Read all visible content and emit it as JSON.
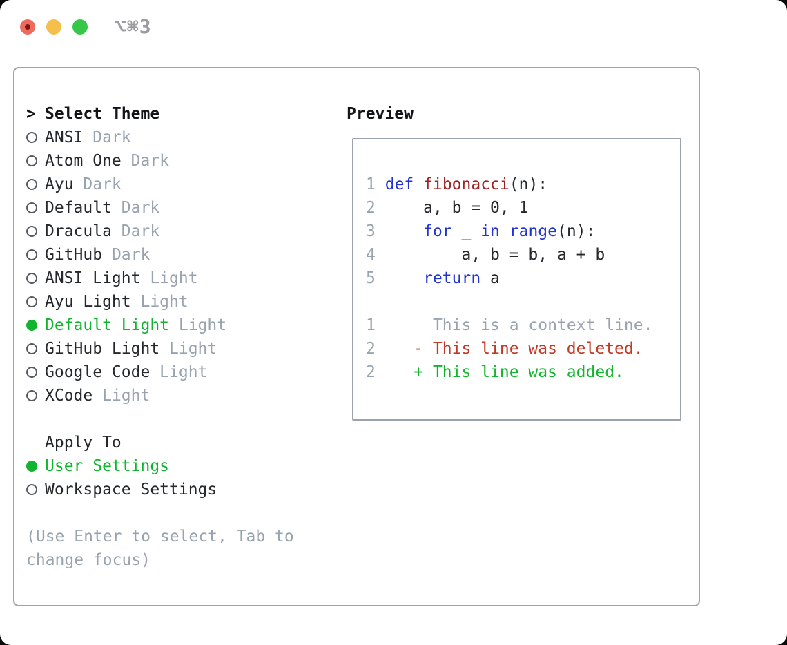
{
  "window": {
    "title": "⌥⌘3"
  },
  "colors": {
    "accent-green": "#10b42f",
    "keyword-blue": "#2133d1",
    "function-red": "#a02123",
    "deleted-red": "#c23a26",
    "added-green": "#12b52c",
    "muted-gray": "#98a3af",
    "text-dark": "#24272b",
    "border-gray": "#9ba4ae",
    "traffic-red": "#ee6a5f",
    "traffic-red-dot": "#7e150f",
    "traffic-yellow": "#f5bf4e",
    "traffic-green": "#34c748",
    "title-gray": "#9b9ba0"
  },
  "theme_picker": {
    "header": {
      "marker": ">",
      "label": "Select Theme"
    },
    "themes": [
      {
        "name": "ANSI",
        "variant": "Dark",
        "selected": false
      },
      {
        "name": "Atom One",
        "variant": "Dark",
        "selected": false
      },
      {
        "name": "Ayu",
        "variant": "Dark",
        "selected": false
      },
      {
        "name": "Default",
        "variant": "Dark",
        "selected": false
      },
      {
        "name": "Dracula",
        "variant": "Dark",
        "selected": false
      },
      {
        "name": "GitHub",
        "variant": "Dark",
        "selected": false
      },
      {
        "name": "ANSI Light",
        "variant": "Light",
        "selected": false
      },
      {
        "name": "Ayu Light",
        "variant": "Light",
        "selected": false
      },
      {
        "name": "Default Light",
        "variant": "Light",
        "selected": true
      },
      {
        "name": "GitHub Light",
        "variant": "Light",
        "selected": false
      },
      {
        "name": "Google Code",
        "variant": "Light",
        "selected": false
      },
      {
        "name": "XCode",
        "variant": "Light",
        "selected": false
      }
    ],
    "apply_to": {
      "label": "Apply To",
      "options": [
        {
          "label": "User Settings",
          "selected": true
        },
        {
          "label": "Workspace Settings",
          "selected": false
        }
      ]
    },
    "hint": "(Use Enter to select, Tab to change focus)"
  },
  "preview": {
    "title": "Preview",
    "lines": [
      [
        {
          "c": "num",
          "t": "1"
        },
        {
          "c": "pl",
          "t": " "
        },
        {
          "c": "kw",
          "t": "def"
        },
        {
          "c": "pl",
          "t": " "
        },
        {
          "c": "fn",
          "t": "fibonacci"
        },
        {
          "c": "pl",
          "t": "(n):"
        }
      ],
      [
        {
          "c": "num",
          "t": "2"
        },
        {
          "c": "pl",
          "t": "     a, b = 0, 1"
        }
      ],
      [
        {
          "c": "num",
          "t": "3"
        },
        {
          "c": "pl",
          "t": "     "
        },
        {
          "c": "kw",
          "t": "for"
        },
        {
          "c": "pl",
          "t": " _ "
        },
        {
          "c": "kw",
          "t": "in"
        },
        {
          "c": "pl",
          "t": " "
        },
        {
          "c": "kw",
          "t": "range"
        },
        {
          "c": "pl",
          "t": "(n):"
        }
      ],
      [
        {
          "c": "num",
          "t": "4"
        },
        {
          "c": "pl",
          "t": "         a, b = b, a + b"
        }
      ],
      [
        {
          "c": "num",
          "t": "5"
        },
        {
          "c": "pl",
          "t": "     "
        },
        {
          "c": "kw",
          "t": "return"
        },
        {
          "c": "pl",
          "t": " a"
        }
      ],
      [],
      [
        {
          "c": "num",
          "t": "1"
        },
        {
          "c": "ctx",
          "t": "      This is a context line."
        }
      ],
      [
        {
          "c": "num",
          "t": "2"
        },
        {
          "c": "pl",
          "t": "    "
        },
        {
          "c": "del",
          "t": "- This line was deleted."
        }
      ],
      [
        {
          "c": "num",
          "t": "2"
        },
        {
          "c": "pl",
          "t": "    "
        },
        {
          "c": "add",
          "t": "+ This line was added."
        }
      ]
    ]
  }
}
